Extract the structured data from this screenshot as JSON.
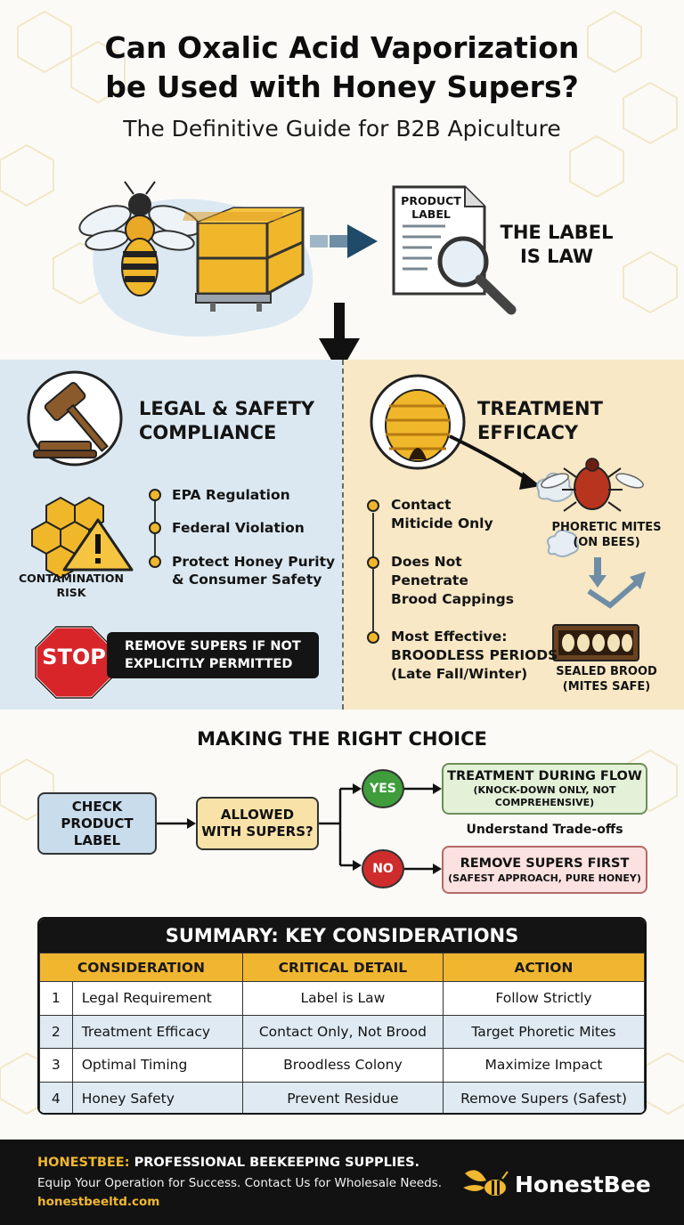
{
  "header": {
    "title_line1": "Can Oxalic Acid Vaporization",
    "title_line2": "be Used with Honey Supers?",
    "subtitle": "The Definitive Guide for B2B Apiculture"
  },
  "hero": {
    "doc_label_line1": "PRODUCT",
    "doc_label_line2": "LABEL",
    "law_line1": "THE LABEL",
    "law_line2": "IS LAW"
  },
  "legal": {
    "heading_line1": "LEGAL & SAFETY",
    "heading_line2": "COMPLIANCE",
    "items": [
      "EPA Regulation",
      "Federal Violation",
      "Protect Honey Purity",
      "& Consumer Safety"
    ],
    "risk_line1": "CONTAMINATION",
    "risk_line2": "RISK",
    "stop_text": "STOP",
    "banner_line1": "REMOVE SUPERS IF NOT",
    "banner_line2": "EXPLICITLY PERMITTED"
  },
  "efficacy": {
    "heading_line1": "TREATMENT",
    "heading_line2": "EFFICACY",
    "item1_line1": "Contact",
    "item1_line2": "Miticide Only",
    "item2_line1": "Does Not",
    "item2_line2": "Penetrate",
    "item2_line3": "Brood Cappings",
    "item3_line1": "Most Effective:",
    "item3_line2": "BROODLESS PERIODS",
    "item3_line3": "(Late Fall/Winter)",
    "mites_line1": "PHORETIC MITES",
    "mites_line2": "(ON BEES)",
    "brood_line1": "SEALED BROOD",
    "brood_line2": "(MITES SAFE)"
  },
  "flow": {
    "title": "MAKING THE RIGHT CHOICE",
    "check_line1": "CHECK",
    "check_line2": "PRODUCT",
    "check_line3": "LABEL",
    "allowed_line1": "ALLOWED",
    "allowed_line2": "WITH SUPERS?",
    "yes": "YES",
    "no": "NO",
    "yes_title": "TREATMENT DURING FLOW",
    "yes_note_line1": "(KNOCK-DOWN ONLY, NOT",
    "yes_note_line2": "COMPREHENSIVE)",
    "tradeoffs": "Understand Trade-offs",
    "no_title": "REMOVE SUPERS FIRST",
    "no_note": "(SAFEST APPROACH, PURE HONEY)"
  },
  "summary": {
    "title": "SUMMARY: KEY CONSIDERATIONS",
    "columns": [
      "CONSIDERATION",
      "CRITICAL DETAIL",
      "ACTION"
    ],
    "rows": [
      {
        "num": "1",
        "consideration": "Legal Requirement",
        "detail": "Label is Law",
        "action": "Follow Strictly"
      },
      {
        "num": "2",
        "consideration": "Treatment Efficacy",
        "detail": "Contact Only, Not Brood",
        "action": "Target Phoretic Mites"
      },
      {
        "num": "3",
        "consideration": "Optimal Timing",
        "detail": "Broodless Colony",
        "action": "Maximize Impact"
      },
      {
        "num": "4",
        "consideration": "Honey Safety",
        "detail": "Prevent Residue",
        "action": "Remove Supers (Safest)"
      }
    ]
  },
  "footer": {
    "brand": "HONESTBEE:",
    "tagline": "PROFESSIONAL BEEKEEPING SUPPLIES.",
    "line2": "Equip Your Operation for Success. Contact Us for Wholesale Needs.",
    "url": "honestbeeltd.com",
    "logo_text": "HonestBee"
  },
  "colors": {
    "honey": "#f0b72a",
    "blue_panel": "#dbe8f1",
    "cream_panel": "#f8e8c6",
    "yes_green": "#3f9d3c",
    "no_red": "#cf2d2d",
    "stop_red": "#d8252a"
  },
  "icons": [
    "bee-icon",
    "hive-box-icon",
    "arrow-right-icon",
    "document-icon",
    "magnifier-icon",
    "arrow-down-icon",
    "gavel-icon",
    "honeycomb-icon",
    "warning-icon",
    "stop-sign-icon",
    "skep-icon",
    "mite-icon",
    "vapor-icon",
    "brood-frame-icon",
    "logo-bee-icon"
  ]
}
